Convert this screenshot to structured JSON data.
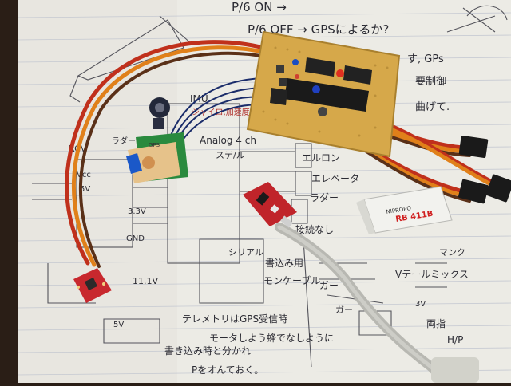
{
  "scene": {
    "notes": {
      "top_line_1": "P/6 ON →",
      "top_line_2": "P/6 OFF → GPSによるか?",
      "right_1": "す, GPs",
      "right_2": "要制御",
      "right_3": "曲げて.",
      "mid_left_1": "RCV",
      "mid_left_2": "Vcc",
      "mid_left_3": "5V",
      "mid_left_4": "GND",
      "mid_left_5": "3.3V",
      "imu_1": "IMU",
      "imu_2": "ジャイロ,加速度",
      "imu_3": "Analog 4 ch",
      "imu_4": "ラダー",
      "imu_5": "ステ/ル",
      "elev_1": "エルロン",
      "elev_2": "エレベータ",
      "elev_3": "ラダー",
      "center_1": "接続なし",
      "center_2": "書込み用",
      "center_3": "モンケーブル",
      "center_4": "シリアル",
      "right_mid_1": "マンク",
      "right_mid_2": "Vテールミックス",
      "right_mid_3": "ガー",
      "right_mid_4": "3V",
      "right_low_1": "ガー",
      "right_low_2": "両指",
      "right_low_3": "H/P",
      "bottom_1": "テレメトリはGPS受信時",
      "bottom_2": "モータしよう蜂でなしように",
      "bottom_3": "書き込み時と分かれ",
      "bottom_4": "Pをオんておく。",
      "left_low_1": "11.1V",
      "left_low_2": "5V"
    },
    "receiver_label_1": "RB 411B",
    "receiver_label_2": "NIPROPO",
    "gps_label": "GPS",
    "colors": {
      "paper": "#ecebe5",
      "pcb": "#d6a84a",
      "wire_red": "#c0301c",
      "wire_orange": "#e0801a",
      "wire_brown": "#5a3018",
      "usb_board": "#c0242a",
      "imu_board": "#c8282e",
      "cable_grey": "#b8b8b2"
    }
  }
}
